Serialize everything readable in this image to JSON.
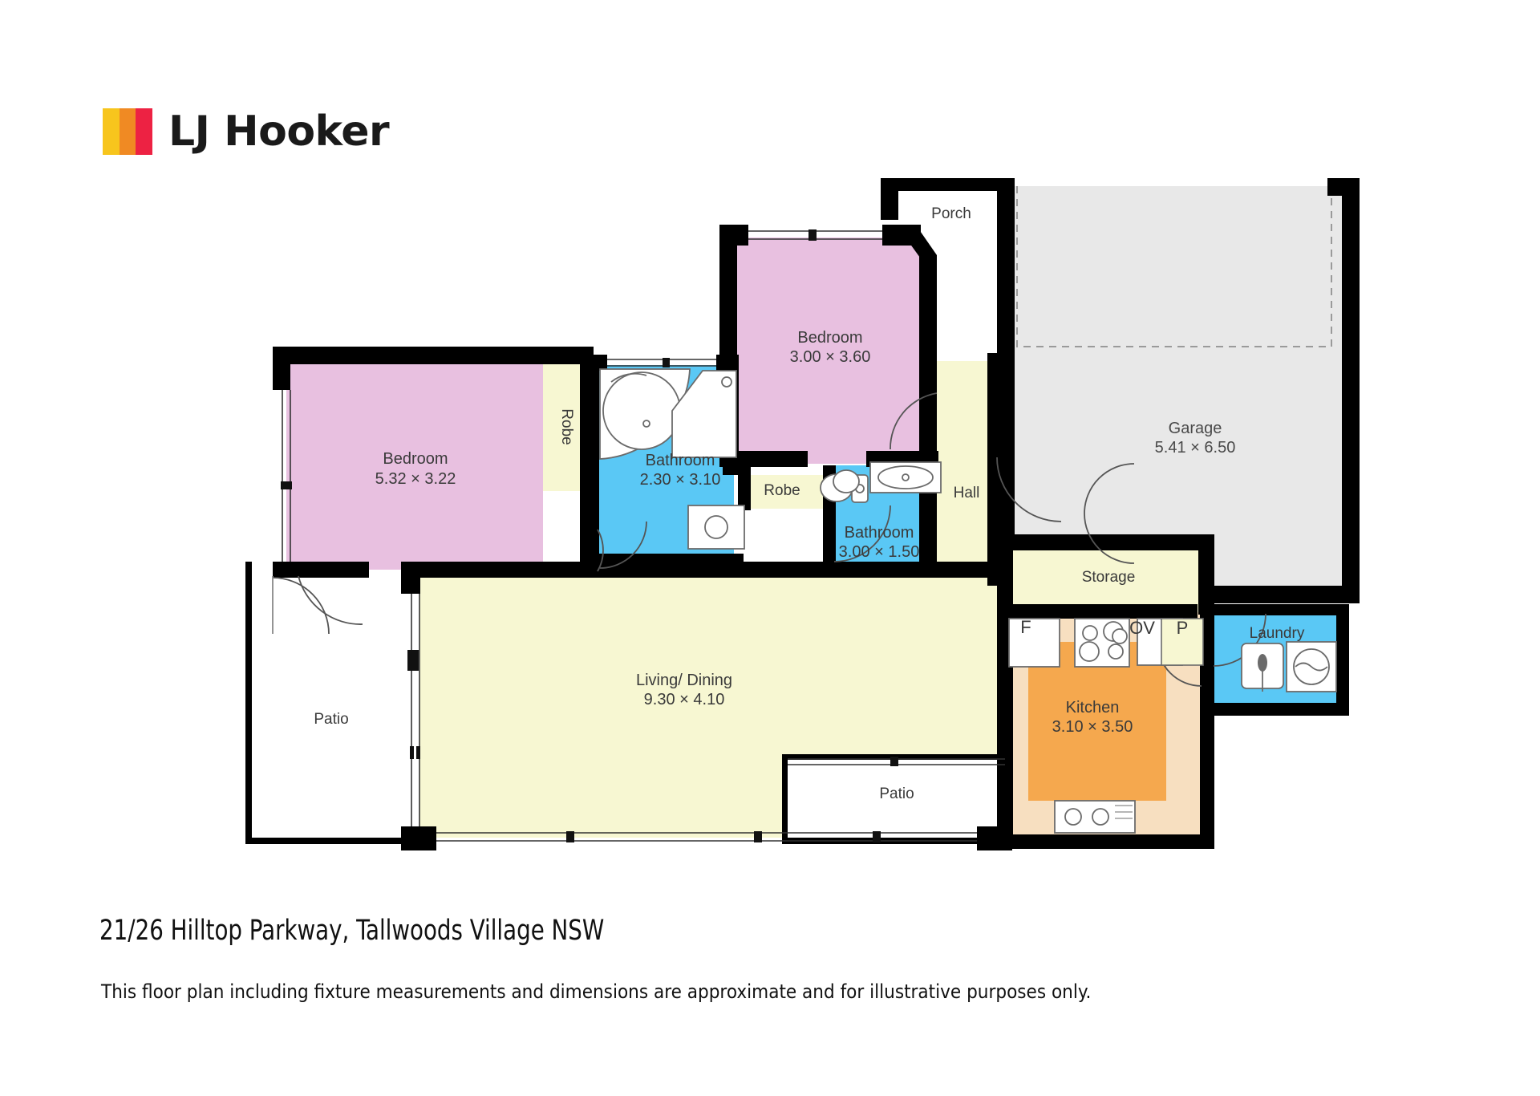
{
  "brand": {
    "name": "LJ Hooker",
    "bar_colors": [
      "#f7c51d",
      "#f08a23",
      "#ed2243"
    ],
    "text_color": "#1a1a1a"
  },
  "footer": {
    "address": "21/26 Hilltop Parkway, Tallwoods Village NSW",
    "disclaimer": "This floor plan including fixture measurements and dimensions are approximate and for illustrative purposes only."
  },
  "palette": {
    "bedroom_fill": "#e8c0e0",
    "wet_fill": "#5ac8f5",
    "living_fill": "#f7f7d2",
    "kitchen_fill": "#f5a84e",
    "kitchen_bench_fill": "#f7dfc0",
    "garage_fill": "#e8e8e8",
    "wall_color": "#000000",
    "patio_fill": "#ffffff",
    "text_color": "#3a3a3a"
  },
  "rooms": [
    {
      "id": "bedroom-main",
      "name": "Bedroom",
      "dim": "5.32 × 3.22",
      "fill": "bedroom_fill"
    },
    {
      "id": "robe-main",
      "name": "Robe",
      "dim": "",
      "fill": "living_fill"
    },
    {
      "id": "bathroom-main",
      "name": "Bathroom",
      "dim": "2.30 × 3.10",
      "fill": "wet_fill"
    },
    {
      "id": "robe-second",
      "name": "Robe",
      "dim": "",
      "fill": "living_fill"
    },
    {
      "id": "bedroom-second",
      "name": "Bedroom",
      "dim": "3.00 × 3.60",
      "fill": "bedroom_fill"
    },
    {
      "id": "bathroom-second",
      "name": "Bathroom",
      "dim": "3.00 × 1.50",
      "fill": "wet_fill"
    },
    {
      "id": "hall",
      "name": "Hall",
      "dim": "",
      "fill": "living_fill"
    },
    {
      "id": "porch",
      "name": "Porch",
      "dim": "",
      "fill": "patio_fill"
    },
    {
      "id": "garage",
      "name": "Garage",
      "dim": "5.41 × 6.50",
      "fill": "garage_fill"
    },
    {
      "id": "storage",
      "name": "Storage",
      "dim": "",
      "fill": "living_fill"
    },
    {
      "id": "laundry",
      "name": "Laundry",
      "dim": "",
      "fill": "wet_fill"
    },
    {
      "id": "kitchen",
      "name": "Kitchen",
      "dim": "3.10 × 3.50",
      "fill": "kitchen_fill"
    },
    {
      "id": "living-dining",
      "name": "Living/ Dining",
      "dim": "9.30 × 4.10",
      "fill": "living_fill"
    },
    {
      "id": "patio-left",
      "name": "Patio",
      "dim": "",
      "fill": "patio_fill"
    },
    {
      "id": "patio-bottom",
      "name": "Patio",
      "dim": "",
      "fill": "patio_fill"
    }
  ],
  "labels": {
    "bedroom_main_name": "Bedroom",
    "bedroom_main_dim": "5.32 × 3.22",
    "robe_main": "Robe",
    "bathroom_main_name": "Bathroom",
    "bathroom_main_dim": "2.30 × 3.10",
    "robe_second": "Robe",
    "bedroom_second_name": "Bedroom",
    "bedroom_second_dim": "3.00 × 3.60",
    "bathroom_second_name": "Bathroom",
    "bathroom_second_dim": "3.00 × 1.50",
    "hall": "Hall",
    "porch": "Porch",
    "garage_name": "Garage",
    "garage_dim": "5.41 × 6.50",
    "storage": "Storage",
    "laundry": "Laundry",
    "kitchen_name": "Kitchen",
    "kitchen_dim": "3.10 × 3.50",
    "living_name": "Living/ Dining",
    "living_dim": "9.30 × 4.10",
    "patio_left": "Patio",
    "patio_bottom": "Patio"
  },
  "appliances": {
    "fridge": "F",
    "oven": "OV",
    "pantry": "P"
  }
}
